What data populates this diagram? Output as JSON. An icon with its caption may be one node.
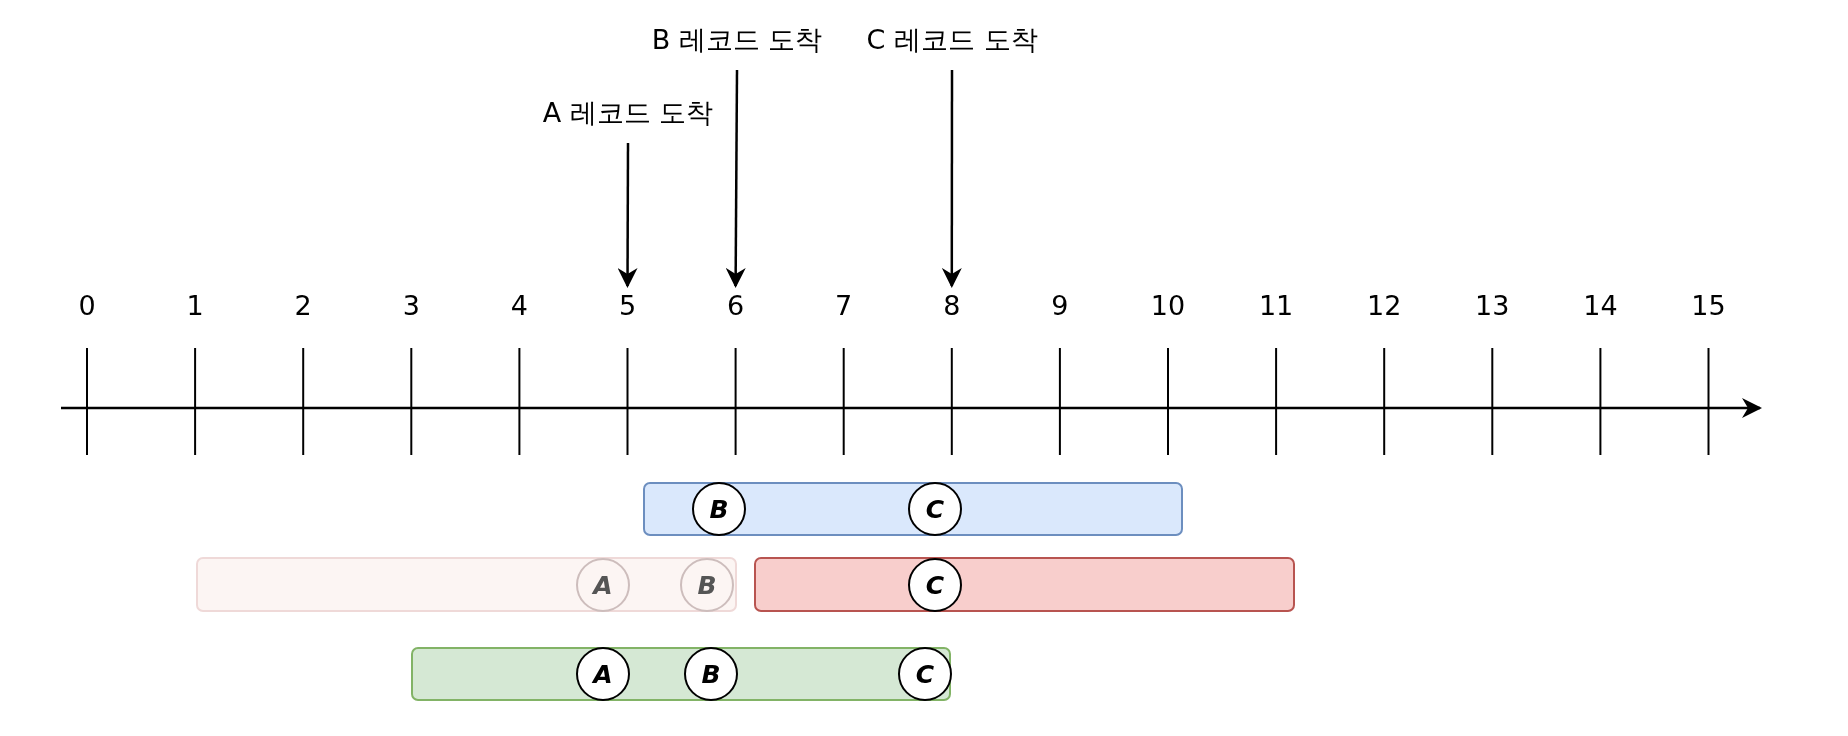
{
  "diagram": {
    "nodes": [
      {
        "text": [
          "B 레코드 도착"
        ]
      },
      {
        "text": [
          "C 레코드 도착"
        ]
      },
      {
        "text": [
          "A 레코드 도착"
        ]
      },
      {
        "text": [],
        "shape": "bar"
      },
      {
        "text": [
          "B"
        ],
        "in": 3
      },
      {
        "text": [
          "C"
        ],
        "in": 3
      },
      {
        "text": [],
        "shape": "bar"
      },
      {
        "text": [
          "A"
        ],
        "in": 6
      },
      {
        "text": [
          "B"
        ],
        "in": 6
      },
      {
        "text": [],
        "shape": "bar"
      },
      {
        "text": [
          "C"
        ],
        "in": 9
      },
      {
        "text": [],
        "shape": "bar"
      },
      {
        "text": [
          "A"
        ],
        "in": 11
      },
      {
        "text": [
          "B"
        ],
        "in": 11
      },
      {
        "text": [
          "C"
        ],
        "in": 11
      },
      {
        "text": [
          "5"
        ]
      },
      {
        "text": [
          "6"
        ]
      },
      {
        "text": [
          "8"
        ]
      }
    ],
    "edges": [
      {
        "from": 0,
        "to": 16,
        "arrow": "to"
      },
      {
        "from": 1,
        "to": 17,
        "arrow": "to"
      },
      {
        "from": 2,
        "to": 15,
        "arrow": "to"
      }
    ],
    "labels": [
      "0",
      "1",
      "2",
      "3",
      "4",
      "7",
      "9",
      "10",
      "11",
      "12",
      "13",
      "14",
      "15"
    ]
  }
}
